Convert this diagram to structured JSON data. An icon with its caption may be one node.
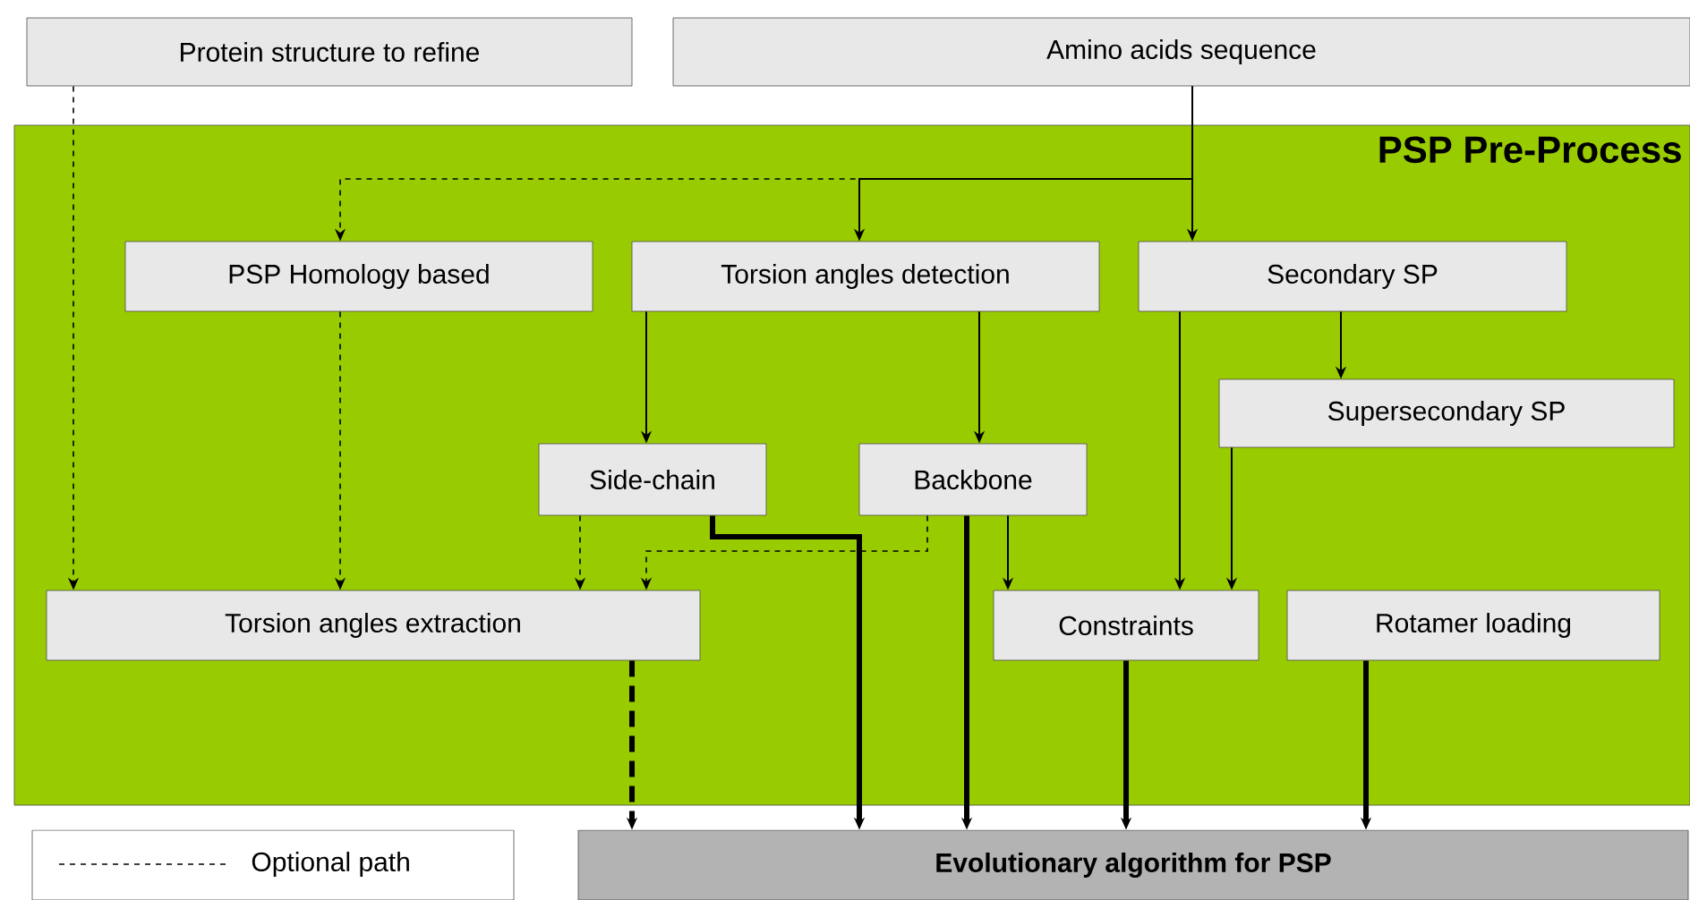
{
  "diagram": {
    "nodes": [
      {
        "text": [
          "Protein structure to refine"
        ]
      },
      {
        "text": [
          "Amino acids sequence"
        ]
      },
      {
        "text": [
          "PSP Pre-Process"
        ]
      },
      {
        "text": [
          "PSP Homology based"
        ],
        "in": 2
      },
      {
        "text": [
          "Torsion angles detection"
        ],
        "in": 2
      },
      {
        "text": [
          "Secondary SP"
        ],
        "in": 2
      },
      {
        "text": [
          "Supersecondary SP"
        ],
        "in": 2
      },
      {
        "text": [
          "Side-chain"
        ],
        "in": 2
      },
      {
        "text": [
          "Backbone"
        ],
        "in": 2
      },
      {
        "text": [
          "Torsion angles extraction"
        ],
        "in": 2
      },
      {
        "text": [
          "Constraints"
        ],
        "in": 2
      },
      {
        "text": [
          "Rotamer loading"
        ],
        "in": 2
      },
      {
        "text": [
          "Evolutionary algorithm for PSP"
        ]
      }
    ],
    "edges": [
      {
        "from": 0,
        "to": 9,
        "arrow": "to",
        "style": "dashed"
      },
      {
        "from": 1,
        "to": 5,
        "arrow": "to"
      },
      {
        "from": 1,
        "to": 4,
        "arrow": "to"
      },
      {
        "from": 1,
        "to": 3,
        "arrow": "to",
        "style": "dashed"
      },
      {
        "from": 3,
        "to": 9,
        "arrow": "to",
        "style": "dashed"
      },
      {
        "from": 4,
        "to": 7,
        "arrow": "to"
      },
      {
        "from": 4,
        "to": 8,
        "arrow": "to"
      },
      {
        "from": 5,
        "to": 6,
        "arrow": "to"
      },
      {
        "from": 5,
        "to": 10,
        "arrow": "to"
      },
      {
        "from": 6,
        "to": 10,
        "arrow": "to"
      },
      {
        "from": 7,
        "to": 9,
        "arrow": "to",
        "style": "dashed"
      },
      {
        "from": 7,
        "to": 12,
        "arrow": "to",
        "style": "thick"
      },
      {
        "from": 8,
        "to": 9,
        "arrow": "to",
        "style": "dashed"
      },
      {
        "from": 8,
        "to": 12,
        "arrow": "to",
        "style": "thick"
      },
      {
        "from": 8,
        "to": 10,
        "arrow": "to"
      },
      {
        "from": 9,
        "to": 12,
        "arrow": "to",
        "style": "dashed"
      },
      {
        "from": 10,
        "to": 12,
        "arrow": "to",
        "style": "thick"
      },
      {
        "from": 11,
        "to": 12,
        "arrow": "to",
        "style": "thick"
      }
    ],
    "legend": [
      {
        "text": "Optional path"
      }
    ]
  }
}
